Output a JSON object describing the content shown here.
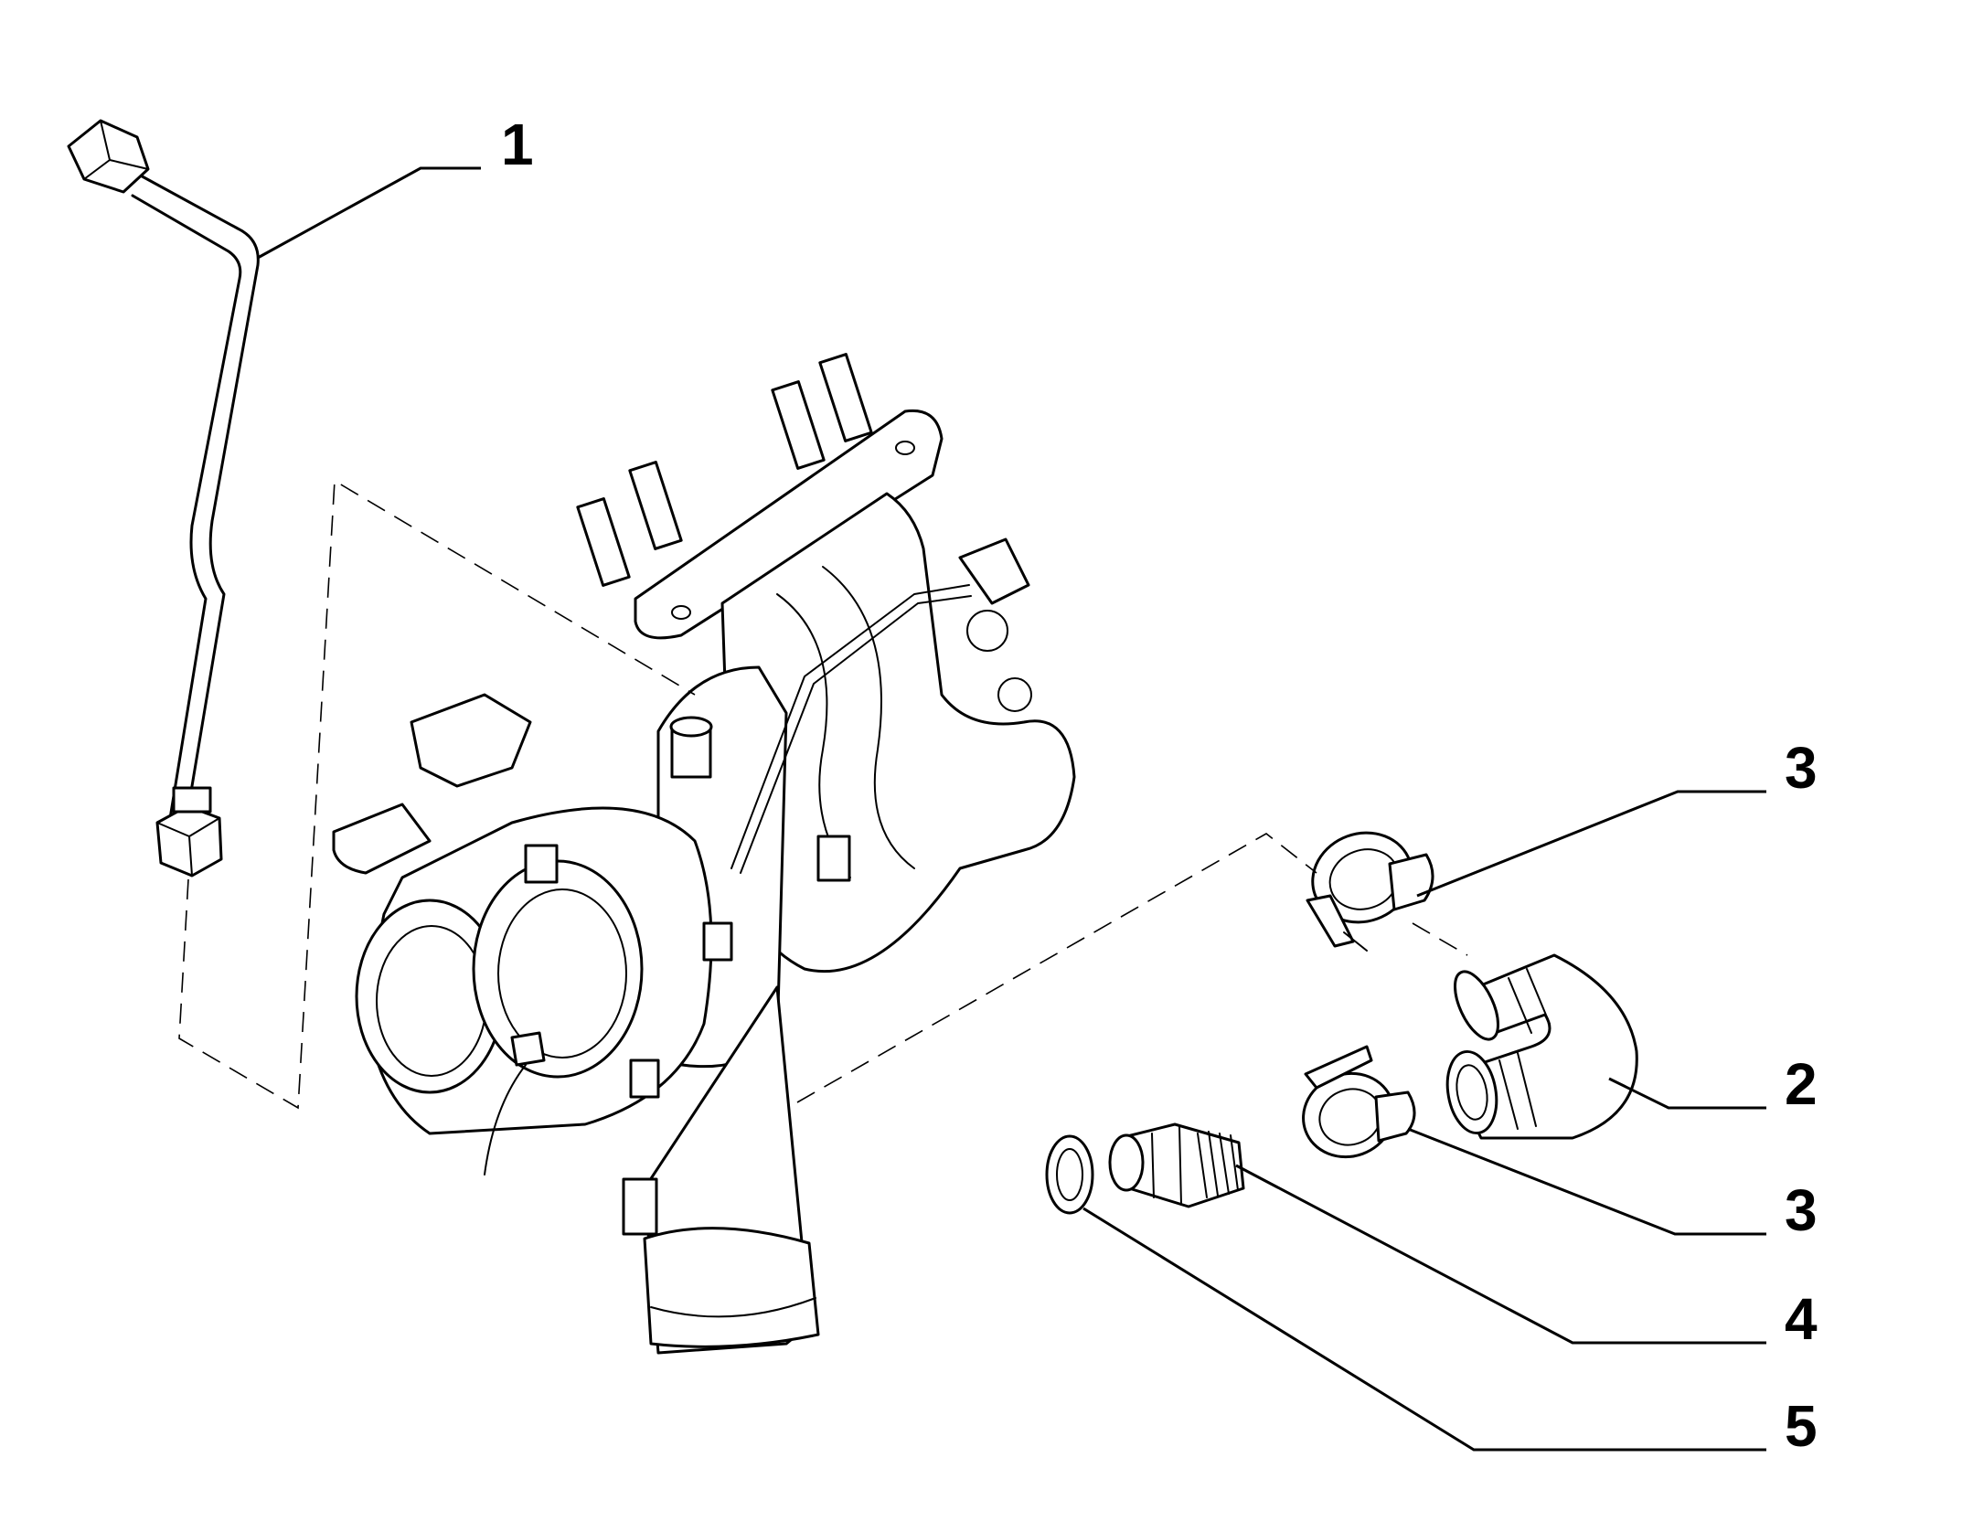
{
  "callouts": [
    {
      "id": "1",
      "label": "1"
    },
    {
      "id": "3a",
      "label": "3"
    },
    {
      "id": "2",
      "label": "2"
    },
    {
      "id": "3b",
      "label": "3"
    },
    {
      "id": "4",
      "label": "4"
    },
    {
      "id": "5",
      "label": "5"
    }
  ],
  "colors": {
    "line": "#000000",
    "background": "#ffffff"
  }
}
